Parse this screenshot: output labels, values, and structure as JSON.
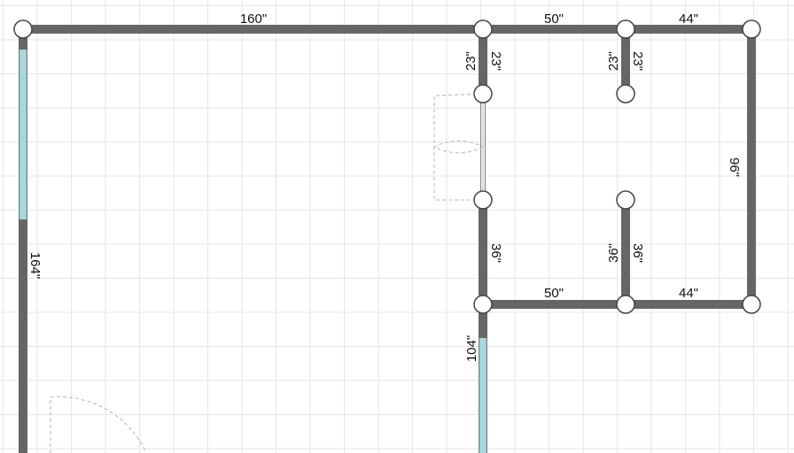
{
  "dimensions": {
    "top_left_wall": "160\"",
    "top_mid_wall": "50\"",
    "top_right_wall": "44\"",
    "right_wall": "96\"",
    "left_wall": "164\"",
    "bottom_mid_wall": "50\"",
    "bottom_right_wall": "44\"",
    "stub_a_left": "23\"",
    "stub_a_right": "23\"",
    "stub_b_left": "23\"",
    "stub_b_right": "23\"",
    "lower_a_right": "36\"",
    "lower_b_left": "36\"",
    "lower_b_right": "36\"",
    "bottom_wall": "104\""
  },
  "colors": {
    "wall": "#666666",
    "window": "#a8d8dc",
    "grid": "#e6e6e6",
    "node_fill": "#ffffff"
  }
}
